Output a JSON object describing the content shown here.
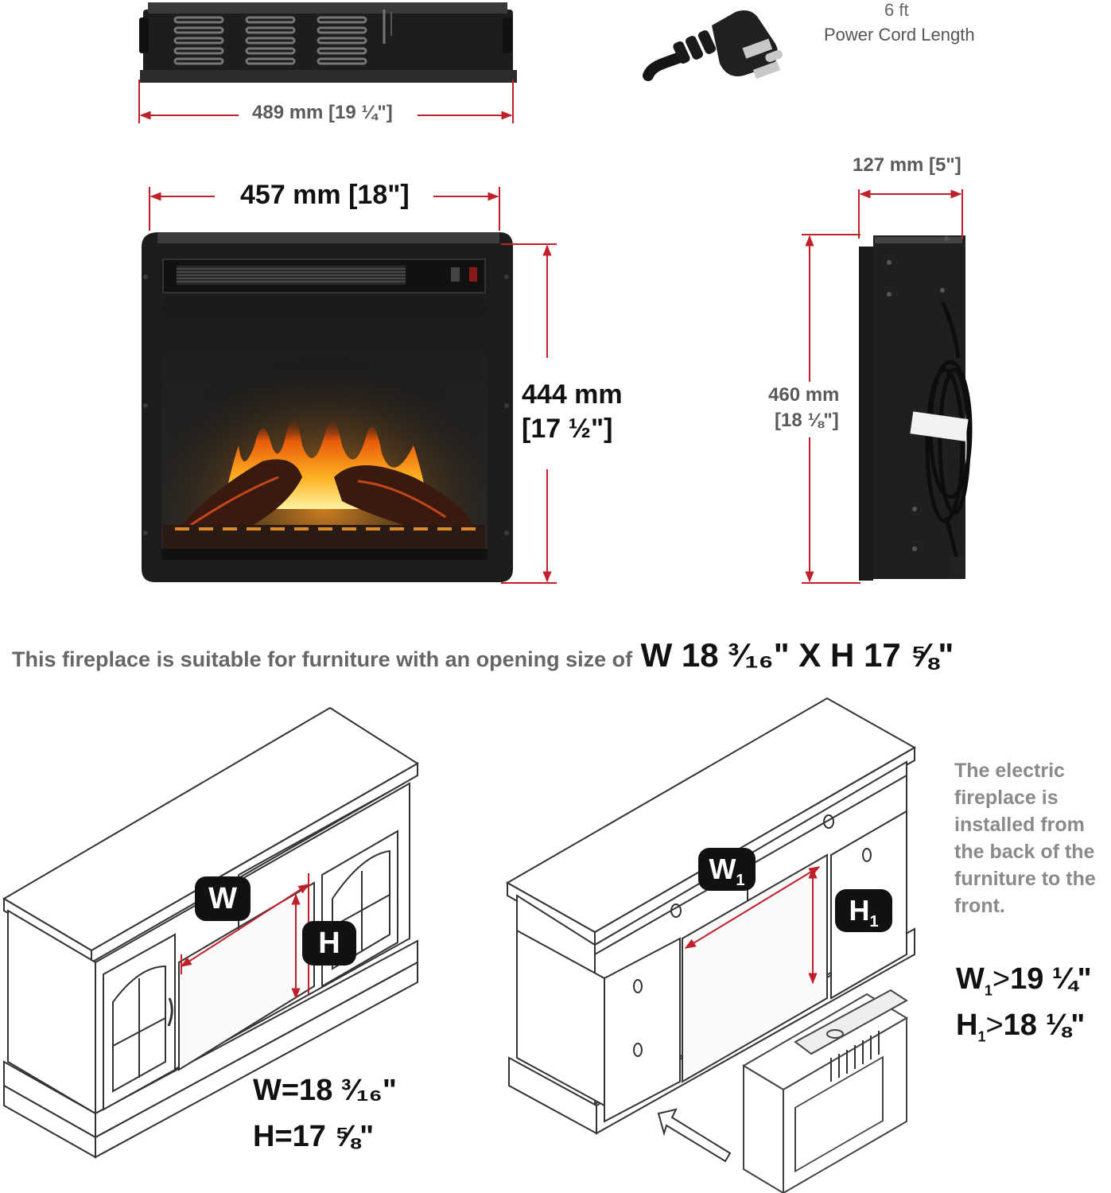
{
  "top_unit": {
    "width_label": "489 mm [19 ¼\"]"
  },
  "power_cord": {
    "length_value": "6 ft",
    "length_label": "Power Cord Length"
  },
  "front_view": {
    "width_label": "457 mm [18\"]",
    "height_label_mm": "444 mm",
    "height_label_in": "[17 ½\"]"
  },
  "side_view": {
    "depth_label": "127 mm [5\"]",
    "height_label_mm": "460 mm",
    "height_label_in": "[18 ⅛\"]"
  },
  "opening_note": {
    "text": "This fireplace is suitable for furniture with an opening size of",
    "size": "W 18 ³⁄₁₆\" X H 17 ⅝\""
  },
  "furniture_left": {
    "w_badge": "W",
    "h_badge": "H",
    "w_value": "W=18 ³⁄₁₆\"",
    "h_value": "H=17 ⅝\""
  },
  "furniture_right": {
    "w_badge": "W",
    "w_sub": "1",
    "h_badge": "H",
    "h_sub": "1",
    "w_value": "19 ¼\"",
    "h_value": "18 ⅛\""
  },
  "install_note": [
    "The electric",
    "fireplace is",
    "installed from",
    "the back of the",
    "furniture to the",
    "front."
  ],
  "colors": {
    "dimension_line": "#c0202a",
    "badge": "#111111",
    "note_gray": "#8a8a8a"
  }
}
